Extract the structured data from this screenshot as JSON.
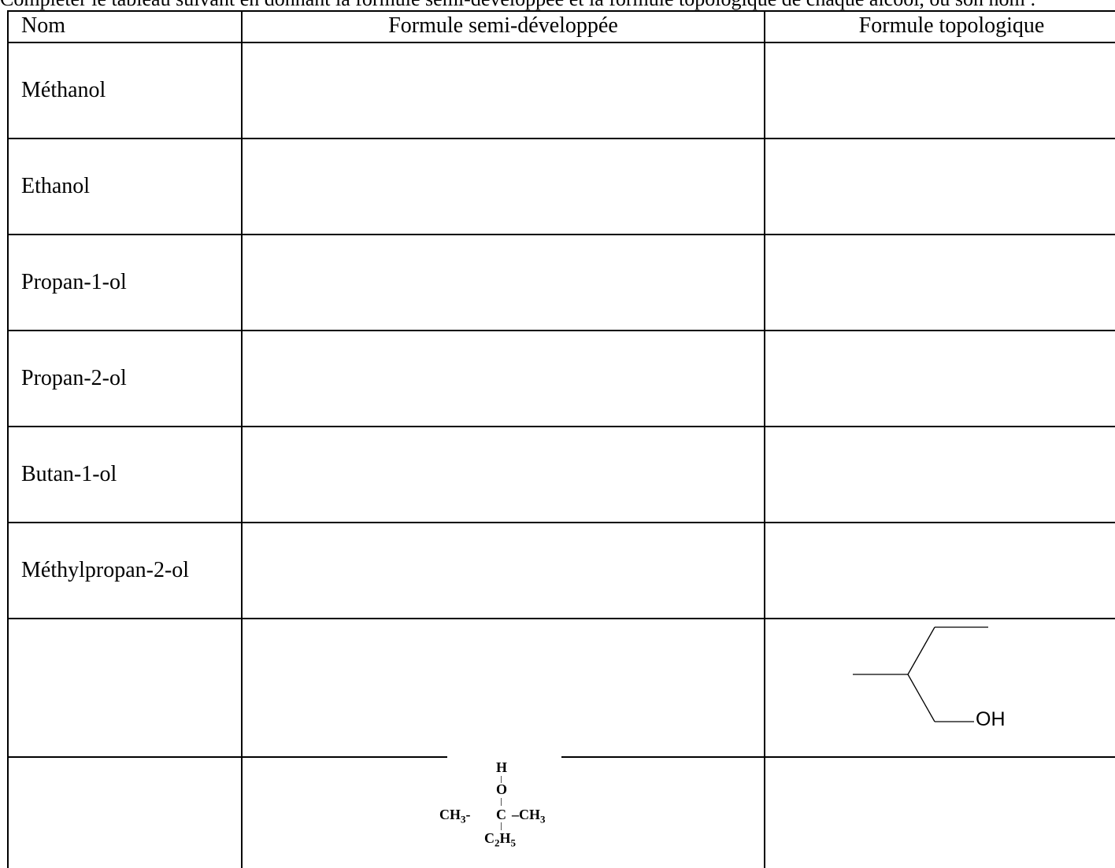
{
  "top_line": "Compléter le tableau suivant en donnant la formule semi-développée et la formule topologique de chaque alcool, ou son nom :",
  "headers": {
    "name": "Nom",
    "semi": "Formule semi-développée",
    "topo": "Formule topologique"
  },
  "rows": [
    {
      "name": "Méthanol"
    },
    {
      "name": "Ethanol"
    },
    {
      "name": "Propan-1-ol"
    },
    {
      "name": "Propan-2-ol"
    },
    {
      "name": "Butan-1-ol"
    },
    {
      "name": "Méthylpropan-2-ol"
    }
  ],
  "topological_row": {
    "oh_label": "OH"
  },
  "semi_structure_row": {
    "h": "H",
    "o": "O",
    "left_group": "CH3-",
    "center": "C",
    "right_group": "–CH3",
    "bottom_group": "C2H5"
  }
}
